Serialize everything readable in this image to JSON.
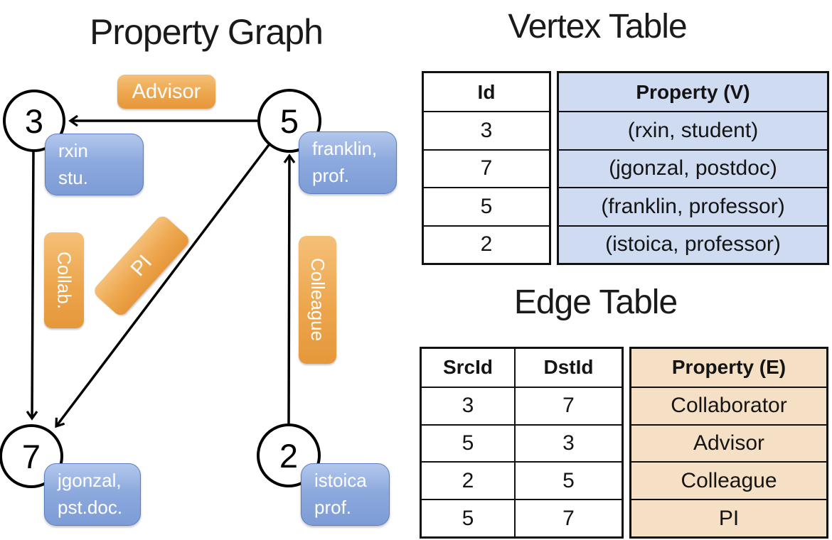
{
  "graph": {
    "title": "Property Graph",
    "nodes": [
      {
        "id": "3",
        "label_line1": "rxin",
        "label_line2": "stu."
      },
      {
        "id": "5",
        "label_line1": "franklin,",
        "label_line2": "prof."
      },
      {
        "id": "7",
        "label_line1": "jgonzal,",
        "label_line2": "pst.doc."
      },
      {
        "id": "2",
        "label_line1": "istoica",
        "label_line2": "prof."
      }
    ],
    "edge_labels": {
      "advisor": "Advisor",
      "collab": "Collab.",
      "pi": "PI",
      "colleague": "Colleague"
    }
  },
  "vertex_table": {
    "title": "Vertex Table",
    "columns": {
      "id": "Id",
      "property": "Property (V)"
    },
    "rows": [
      {
        "id": "3",
        "property": "(rxin, student)"
      },
      {
        "id": "7",
        "property": "(jgonzal, postdoc)"
      },
      {
        "id": "5",
        "property": "(franklin, professor)"
      },
      {
        "id": "2",
        "property": "(istoica, professor)"
      }
    ]
  },
  "edge_table": {
    "title": "Edge Table",
    "columns": {
      "src": "SrcId",
      "dst": "DstId",
      "property": "Property (E)"
    },
    "rows": [
      {
        "src": "3",
        "dst": "7",
        "property": "Collaborator"
      },
      {
        "src": "5",
        "dst": "3",
        "property": "Advisor"
      },
      {
        "src": "2",
        "dst": "5",
        "property": "Colleague"
      },
      {
        "src": "5",
        "dst": "7",
        "property": "PI"
      }
    ]
  },
  "colors": {
    "edge_label_orange": "#eda64d",
    "vertex_label_blue": "#8daade",
    "vertex_property_fill": "#cfdbf1",
    "edge_property_fill": "#f6e0c5",
    "line_black": "#000000"
  }
}
